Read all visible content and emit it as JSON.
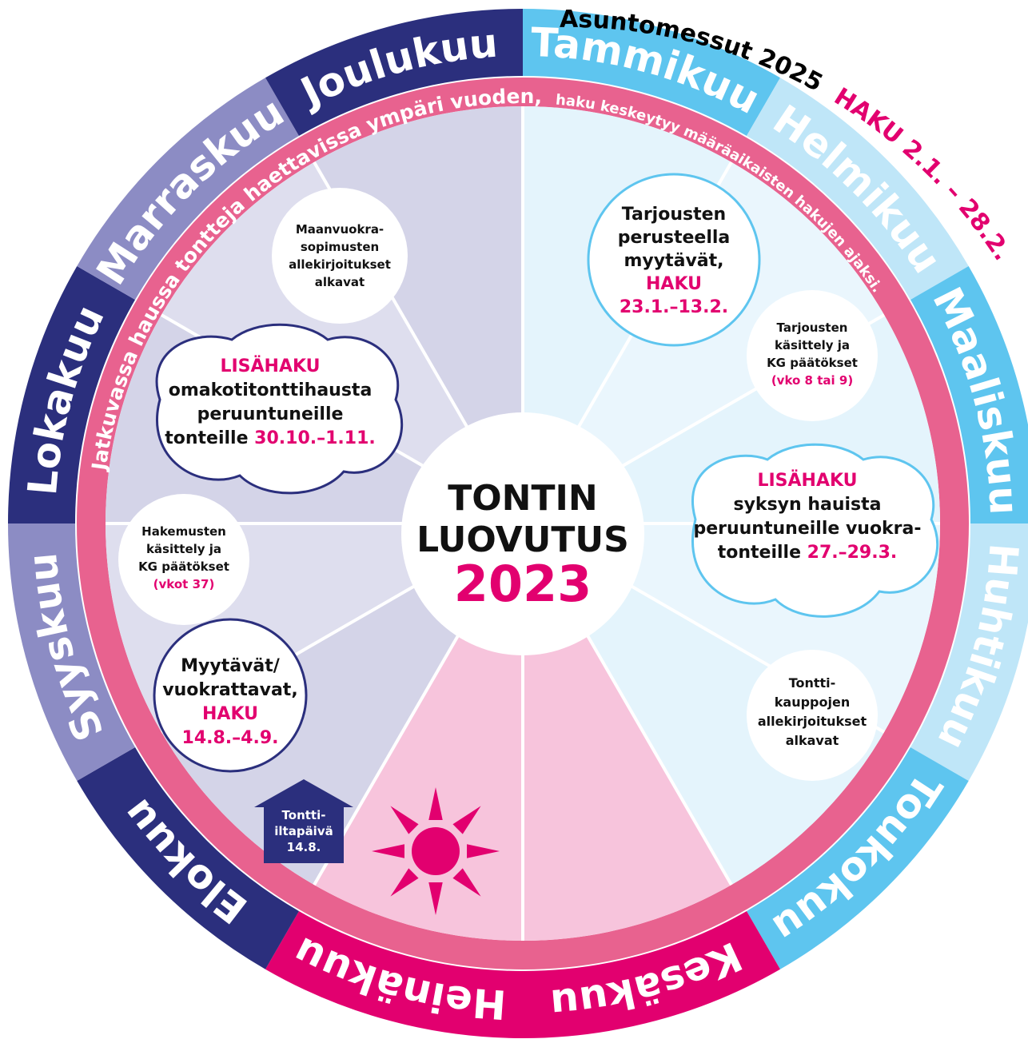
{
  "header": {
    "title": "Asuntomessut 2025",
    "haku": "HAKU 2.1. – 28.2."
  },
  "ring_text": {
    "main": "Jatkuvassa haussa tontteja haettavissa ympäri vuoden,",
    "small": "haku keskeytyy määräaikaisten hakujen ajaksi."
  },
  "months": [
    {
      "label": "Tammikuu",
      "color": "#5ec5ef",
      "text_color": "#ffffff"
    },
    {
      "label": "Helmikuu",
      "color": "#bfe6f8",
      "text_color": "#ffffff"
    },
    {
      "label": "Maaliskuu",
      "color": "#5ec5ef",
      "text_color": "#ffffff"
    },
    {
      "label": "Huhtikuu",
      "color": "#bfe6f8",
      "text_color": "#ffffff"
    },
    {
      "label": "Toukokuu",
      "color": "#5ec5ef",
      "text_color": "#ffffff"
    },
    {
      "label": "Kesäkuu",
      "color": "#e2006f",
      "text_color": "#ffffff"
    },
    {
      "label": "Heinäkuu",
      "color": "#e2006f",
      "text_color": "#ffffff"
    },
    {
      "label": "Elokuu",
      "color": "#2b2f7d",
      "text_color": "#ffffff"
    },
    {
      "label": "Syyskuu",
      "color": "#8c8cc4",
      "text_color": "#ffffff"
    },
    {
      "label": "Lokakuu",
      "color": "#2b2f7d",
      "text_color": "#ffffff"
    },
    {
      "label": "Marraskuu",
      "color": "#8c8cc4",
      "text_color": "#ffffff"
    },
    {
      "label": "Joulukuu",
      "color": "#2b2f7d",
      "text_color": "#ffffff"
    }
  ],
  "center": {
    "line1": "TONTIN",
    "line2": "LUOVUTUS",
    "year": "2023"
  },
  "bubbles": {
    "tarjous": {
      "l1": "Tarjousten",
      "l2": "perusteella",
      "l3": "myytävät,",
      "l4": "HAKU",
      "l5": "23.1.–13.2."
    },
    "kasittely_kevat": {
      "l1": "Tarjousten",
      "l2": "käsittely ja",
      "l3": "KG päätökset",
      "l4": "(vko 8 tai 9)"
    },
    "lisahaku_kevat": {
      "l1": "LISÄHAKU",
      "l2": "syksyn hauista",
      "l3": "peruuntuneille vuokra-",
      "l4a": "tonteille ",
      "l4b": "27.–29.3."
    },
    "tonttikaupat": {
      "l1": "Tontti-",
      "l2": "kauppojen",
      "l3": "allekirjoitukset",
      "l4": "alkavat"
    },
    "maanvuokra": {
      "l1": "Maanvuokra-",
      "l2": "sopimusten",
      "l3": "allekirjoitukset",
      "l4": "alkavat"
    },
    "lisahaku_syksy": {
      "l1": "LISÄHAKU",
      "l2": "omakotitonttihausta",
      "l3": "peruuntuneille",
      "l4a": "tonteille ",
      "l4b": "30.10.–1.11."
    },
    "hakemusten": {
      "l1": "Hakemusten",
      "l2": "käsittely ja",
      "l3": "KG päätökset",
      "l4": "(vkot 37)"
    },
    "myytavat": {
      "l1": "Myytävät/",
      "l2": "vuokrattavat,",
      "l3": "HAKU",
      "l4": "14.8.–4.9."
    }
  },
  "arrow": {
    "l1": "Tontti-",
    "l2": "iltapäivä",
    "l3": "14.8."
  },
  "colors": {
    "pink": "#e2006f",
    "ring_pink": "#e8628f",
    "navy": "#2b2f7d",
    "light_blue": "#5ec5ef"
  },
  "icons": {
    "sun": "sun-icon",
    "arrow": "up-arrow-icon"
  }
}
